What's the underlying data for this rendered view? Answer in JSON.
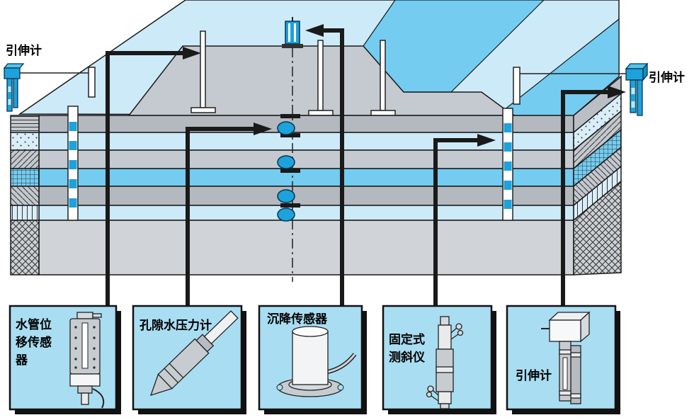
{
  "diagram": {
    "type": "embankment-dam-instrumentation-schematic",
    "annotations": {
      "left_extensometer_label": "引伸计",
      "right_extensometer_label": "引伸计"
    },
    "instrument_boxes": [
      {
        "name": "water-pipe-displacement-sensor",
        "title": "水管位移传感器",
        "title_lines": [
          "水管位",
          "移传感",
          "器"
        ]
      },
      {
        "name": "pore-water-pressure-gauge",
        "title": "孔隙水压力计",
        "title_lines": [
          "孔隙水压力计"
        ]
      },
      {
        "name": "settlement-sensor",
        "title": "沉降传感器",
        "title_lines": [
          "沉降传感器"
        ]
      },
      {
        "name": "fixed-inclinometer",
        "title": "固定式测斜仪",
        "title_lines": [
          "固定式",
          "测斜仪"
        ]
      },
      {
        "name": "extensometer",
        "title": "引伸计",
        "title_lines": [
          "引伸计"
        ]
      }
    ],
    "icons": [
      "extensometer-device-icon",
      "settlement-gauge-crest-icon",
      "survey-pole-icon",
      "inclinometer-casing-icon",
      "piezometer-cell-icon",
      "cable-arrow-icon"
    ],
    "colors": {
      "light_blue": "#cdeaf8",
      "medium_blue": "#74ccf1",
      "box_blue": "#a9ddf2",
      "device_blue": "#1da2dc",
      "gray_light": "#d0d4d8",
      "gray_mid": "#c5cad0",
      "gray_dark": "#b3b9bf",
      "outline": "#1a1a1a"
    }
  }
}
